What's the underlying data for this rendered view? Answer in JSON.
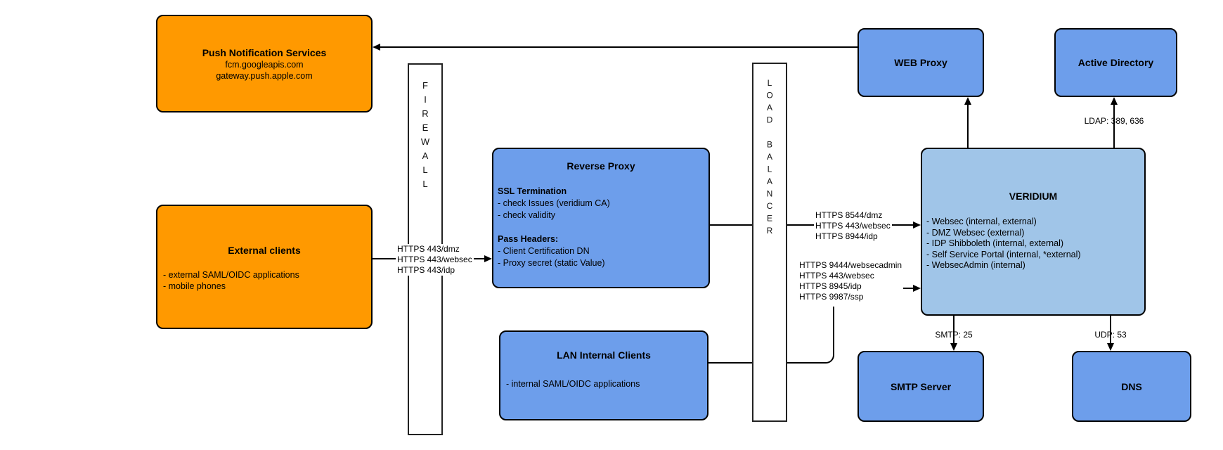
{
  "diagram": {
    "colors": {
      "orange_fill": "#ff9900",
      "blue_fill": "#6d9eeb",
      "light_blue_fill": "#a0c5e8",
      "line": "#000000",
      "background": "#ffffff"
    },
    "nodes": {
      "push_notification_services": {
        "title": "Push Notification Services",
        "lines": [
          "fcm.googleapis.com",
          "gateway.push.apple.com"
        ]
      },
      "external_clients": {
        "title": "External clients",
        "items": [
          "- external SAML/OIDC applications",
          "- mobile phones"
        ]
      },
      "firewall": {
        "label": "FIREWALL"
      },
      "reverse_proxy": {
        "title": "Reverse Proxy",
        "sections": [
          {
            "heading": "SSL Termination",
            "items": [
              "- check Issues (veridium CA)",
              "- check validity"
            ]
          },
          {
            "heading": "Pass Headers:",
            "items": [
              "- Client Certification DN",
              "- Proxy secret (static Value)"
            ]
          }
        ]
      },
      "lan_internal_clients": {
        "title": "LAN Internal Clients",
        "items": [
          "- internal SAML/OIDC applications"
        ]
      },
      "load_balancer": {
        "label": "LOAD BALANCER"
      },
      "web_proxy": {
        "title": "WEB Proxy"
      },
      "active_directory": {
        "title": "Active Directory"
      },
      "veridium": {
        "title": "VERIDIUM",
        "items": [
          "- Websec (internal, external)",
          "- DMZ Websec (external)",
          "- IDP Shibboleth (internal, external)",
          "- Self Service Portal (internal, *external)",
          "- WebsecAdmin (internal)"
        ]
      },
      "smtp_server": {
        "title": "SMTP Server"
      },
      "dns": {
        "title": "DNS"
      }
    },
    "edges": {
      "external_to_reverse_proxy": {
        "labels": [
          "HTTPS 443/dmz",
          "HTTPS 443/websec",
          "HTTPS 443/idp"
        ]
      },
      "reverse_proxy_to_veridium": {
        "labels": [
          "HTTPS 8544/dmz",
          "HTTPS 443/websec",
          "HTTPS 8944/idp"
        ]
      },
      "lan_to_veridium": {
        "labels": [
          "HTTPS 9444/websecadmin",
          "HTTPS 443/websec",
          "HTTPS 8945/idp",
          "HTTPS 9987/ssp"
        ]
      },
      "veridium_to_active_directory": {
        "label": "LDAP: 389, 636"
      },
      "veridium_to_smtp": {
        "label": "SMTP: 25"
      },
      "veridium_to_dns": {
        "label": "UDP: 53"
      }
    }
  }
}
